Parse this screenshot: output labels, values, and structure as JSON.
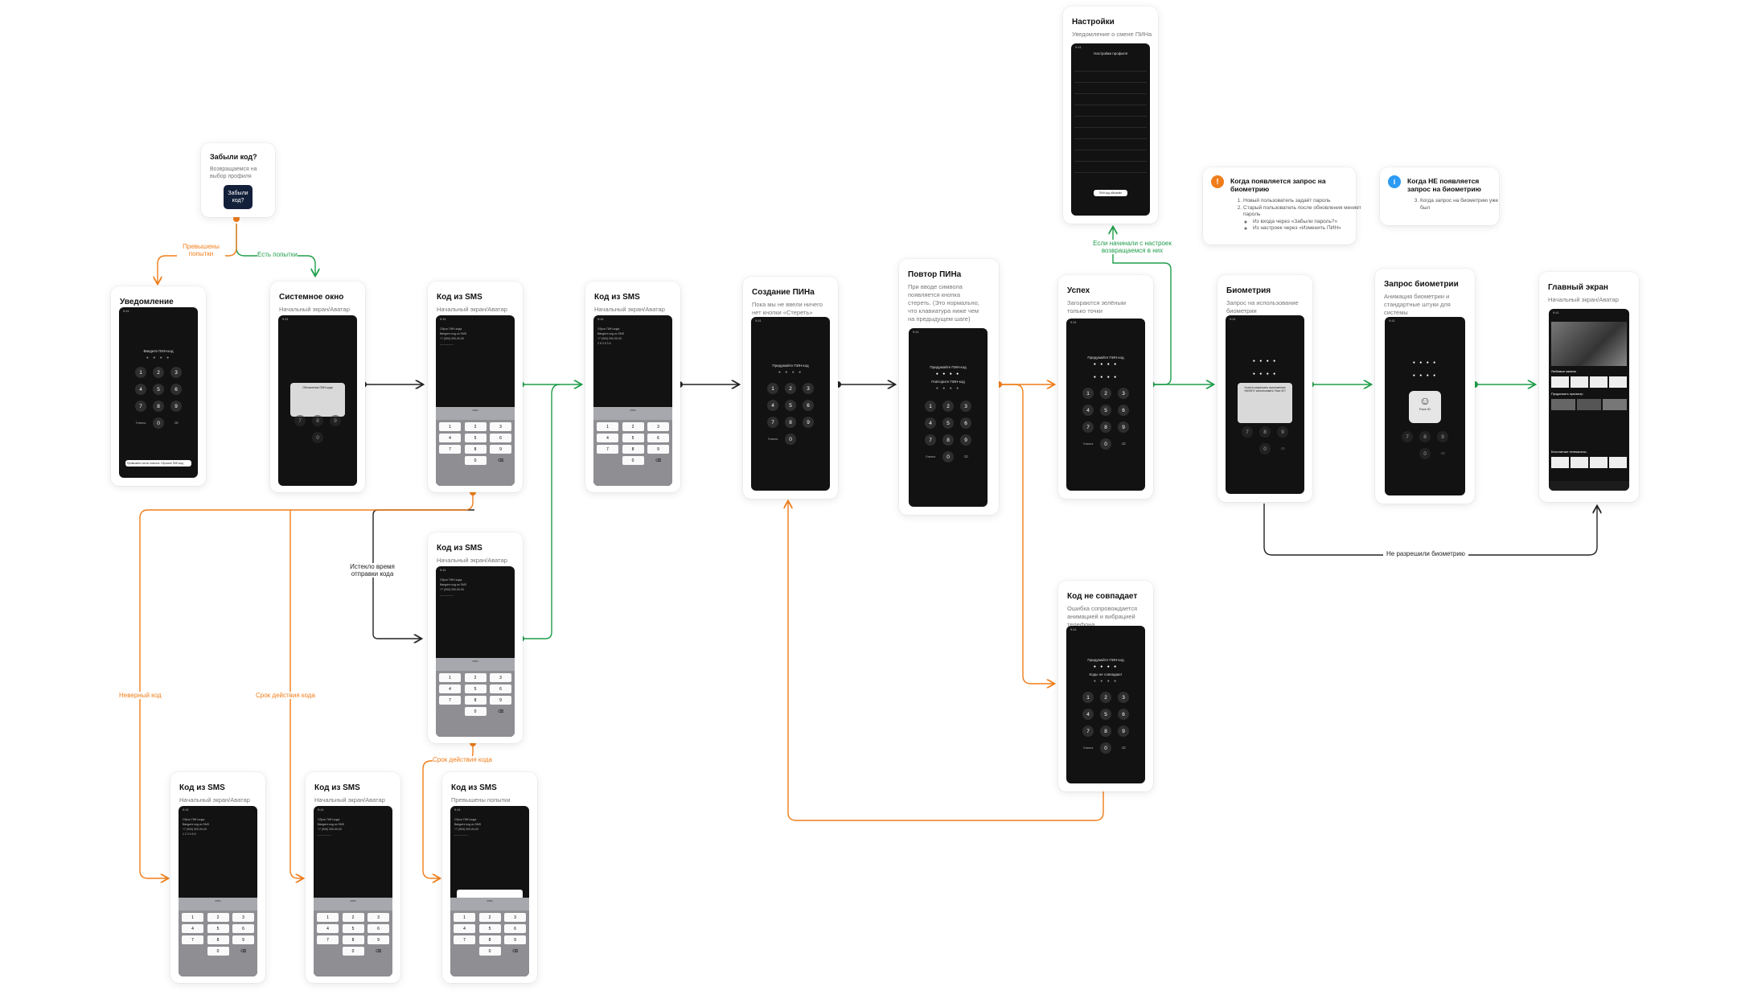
{
  "colors": {
    "orange": "#f07d1a",
    "green": "#1f9e4a",
    "black": "#222222",
    "card_button": "#13203a",
    "info_blue": "#2b9bf4"
  },
  "forgot": {
    "title": "Забыли код?",
    "subtitle": "Возвращаемся на выбор профиля",
    "button": "Забыли код?"
  },
  "edge_labels": {
    "exceeded": "Превышены попытки",
    "has_attempts": "Есть попытки",
    "expired_send": "Истекло время отправки кода",
    "wrong_code": "Неверный код",
    "validity1": "Срок действия кода",
    "validity2": "Срок действия кода",
    "if_from_settings": "Если начинали с настроек возвращаемся в них",
    "denied_bio": "Не разрешили биометрию"
  },
  "screens": {
    "notification": {
      "title": "Уведомление",
      "phone_title": "Введите ПИН-код",
      "toast": "Превышено число попыток. Сбросьте ПИН-код"
    },
    "system_window": {
      "title": "Системное окно",
      "subtitle": "Начальный экран/Аватар",
      "modal": "Обновление ПИН-кода"
    },
    "sms1": {
      "title": "Код из SMS",
      "subtitle": "Начальный экран/Аватар"
    },
    "sms2": {
      "title": "Код из SMS",
      "subtitle": "Начальный экран/Аватар"
    },
    "sms3": {
      "title": "Код из SMS",
      "subtitle": "Начальный экран/Аватар"
    },
    "sms4": {
      "title": "Код из SMS",
      "subtitle": "Начальный экран/Аватар"
    },
    "sms5": {
      "title": "Код из SMS",
      "subtitle": "Начальный экран/Аватар"
    },
    "sms6": {
      "title": "Код из SMS",
      "subtitle": "Превышены попытки"
    },
    "create_pin": {
      "title": "Создание ПИНа",
      "subtitle": "Пока мы не ввели ничего нет кнопки «Стереть»",
      "phone_title": "Придумайте ПИН-код"
    },
    "repeat_pin": {
      "title": "Повтор ПИНа",
      "subtitle": "При вводе символа появляется кнопка стереть. (Это нормально, что клавиатура ниже чем на предыдущем шаге)",
      "phone_title": "Придумайте ПИН-код",
      "phone_sub": "Повторите ПИН-код"
    },
    "success": {
      "title": "Успех",
      "subtitle": "Загораются зелёным только точки",
      "phone_title": "Придумайте ПИН-код"
    },
    "mismatch": {
      "title": "Код не совпадает",
      "subtitle": "Ошибка сопровождается анимацией и вибрацией телефона",
      "phone_title": "Придумайте ПИН-код",
      "phone_sub": "Коды не совпадают"
    },
    "settings": {
      "title": "Настройки",
      "subtitle": "Уведомление о смене ПИНа",
      "phone_title": "Настройки профиля",
      "toast": "ПИН-код обновлён"
    },
    "biometrics": {
      "title": "Биометрия",
      "subtitle": "Запрос на использование биометрии",
      "modal": "Хотите разрешить приложению «КИОН» использовать Face ID?"
    },
    "bio_request": {
      "title": "Запрос биометрии",
      "subtitle": "Анимация биометрии и стандартные штуки для системы",
      "modal": "Face ID"
    },
    "main": {
      "title": "Главный экран",
      "subtitle": "Начальный экран/Аватар",
      "row1": "Любимые каналы",
      "row2": "Продолжить просмотр",
      "row3": "Бесплатные телеканалы"
    }
  },
  "keypad": {
    "keys": [
      "1",
      "2",
      "3",
      "4",
      "5",
      "6",
      "7",
      "8",
      "9"
    ],
    "zero": "0",
    "left": "Отмена"
  },
  "notes": {
    "when_appears": {
      "title": "Когда появляется запрос на биометрию",
      "items": [
        "Новый пользователь задаёт пароль",
        "Старый пользователь после обновления меняет пароль"
      ],
      "subitems": [
        "Из входа через «Забыли пароль?»",
        "Из настроек через «Изменить ПИН»"
      ]
    },
    "when_not": {
      "title": "Когда НЕ появляется запрос на биометрию",
      "items": [
        "Когда запрос на биометрию уже был"
      ]
    }
  }
}
